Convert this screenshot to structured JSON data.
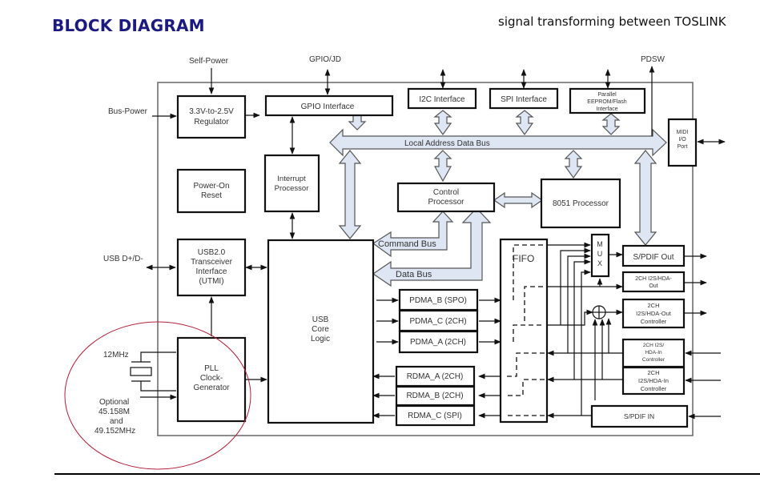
{
  "header": {
    "title": "BLOCK DIAGRAM",
    "subtitle": "signal transforming between TOSLINK"
  },
  "diagram": {
    "external_labels": {
      "self_power": "Self-Power",
      "gpio_jd": "GPIO/JD",
      "pdsw": "PDSW",
      "bus_power": "Bus-Power",
      "usb_dpdm": "USB D+/D-",
      "crystal": "12MHz",
      "optional_lines": [
        "Optional",
        "45.158M",
        "and",
        "49.152MHz"
      ]
    },
    "blocks": {
      "regulator": [
        "3.3V-to-2.5V",
        "Regulator"
      ],
      "gpio_interface": [
        "GPIO Interface"
      ],
      "i2c_interface": [
        "I2C Interface"
      ],
      "spi_interface": [
        "SPI Interface"
      ],
      "parallel_eeprom": [
        "Parallel",
        "EEPROM/Flash",
        "Interface"
      ],
      "midi_port": [
        "MIDI",
        "I/O",
        "Port"
      ],
      "power_on_reset": [
        "Power-On",
        "Reset"
      ],
      "interrupt_processor": [
        "Interrupt",
        "Processor"
      ],
      "control_processor": [
        "Control",
        "Processor"
      ],
      "processor_8051": [
        "8051 Processor"
      ],
      "usb_transceiver": [
        "USB2.0",
        "Transceiver",
        "Interface",
        "(UTMI)"
      ],
      "usb_core": [
        "USB",
        "Core",
        "Logic"
      ],
      "pll": [
        "PLL",
        "Clock-",
        "Generator"
      ],
      "fifo": [
        "FIFO"
      ],
      "mux": [
        "M",
        "U",
        "X"
      ],
      "spdif_out": [
        "S/PDIF Out"
      ],
      "i2s_hda_out": [
        "2CH I2S/HDA-",
        "Out"
      ],
      "i2s_hda_out_ctrl": [
        "2CH",
        "I2S/HDA-Out",
        "Controller"
      ],
      "i2s_hda_in_ctrl_1": [
        "2CH I2S/",
        "HDA-In",
        "Controller"
      ],
      "i2s_hda_in_ctrl_2": [
        "2CH",
        "I2S/HDA-In",
        "Controller"
      ],
      "spdif_in": [
        "S/PDIF IN"
      ]
    },
    "pdma": [
      "PDMA_B (SPO)",
      "PDMA_C (2CH)",
      "PDMA_A (2CH)"
    ],
    "rdma": [
      "RDMA_A (2CH)",
      "RDMA_B (2CH)",
      "RDMA_C (SPI)"
    ],
    "buses": {
      "local": "Local Address Data Bus",
      "command": "Command Bus",
      "data": "Data Bus"
    }
  }
}
